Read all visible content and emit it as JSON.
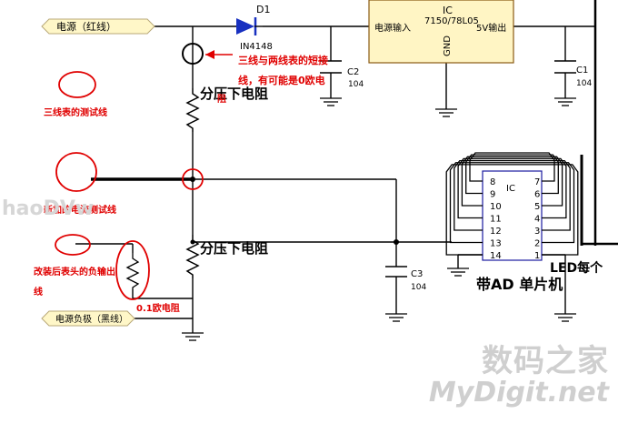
{
  "labels": {
    "power_pos": "电源（红线）",
    "power_neg": "电源负极（黑线）",
    "d1": "D1",
    "d1_part": "IN4148",
    "ic_title": "IC",
    "ic_part": "7150/78L05",
    "ic_in": "电源输入",
    "ic_gnd": "GND",
    "ic_out": "5V输出",
    "c1": "C1",
    "c1_val": "104",
    "c2": "C2",
    "c2_val": "104",
    "c3": "C3",
    "c3_val": "104",
    "divider_top": "分压下电阻",
    "divider_bottom": "分压下电阻",
    "note_short_1": "三线与两线表的短接",
    "note_short_2": "线，有可能是0欧电",
    "note_short_3": "阻",
    "note_three_wire": "三线表的测试线",
    "note_new_wire": "新加的电流测试线",
    "note_mod_1": "改装后表头的负输出",
    "note_mod_2": "线",
    "resistor_01": "0.1欧电阻",
    "mcu_label": "带AD 单片机",
    "mcu_ic": "IC",
    "mcu_pins_left": [
      "8",
      "9",
      "10",
      "11",
      "12",
      "13",
      "14"
    ],
    "mcu_pins_right": [
      "7",
      "6",
      "5",
      "4",
      "3",
      "2",
      "1"
    ],
    "led_label": "LED每个",
    "wm_left": "haoDVw",
    "wm_cn": "数码之家",
    "wm_en": "MyDigit.net"
  },
  "colors": {
    "wire": "#000000",
    "annotation": "#e00000",
    "label_bg": "#fff7c8",
    "label_border": "#b8a878",
    "ic_fill": "#fff5c4",
    "ic_stroke": "#8a5a14",
    "chip_stroke": "#1a1aa0",
    "diode": "#1830c0",
    "watermark": "#cfcfcf"
  }
}
